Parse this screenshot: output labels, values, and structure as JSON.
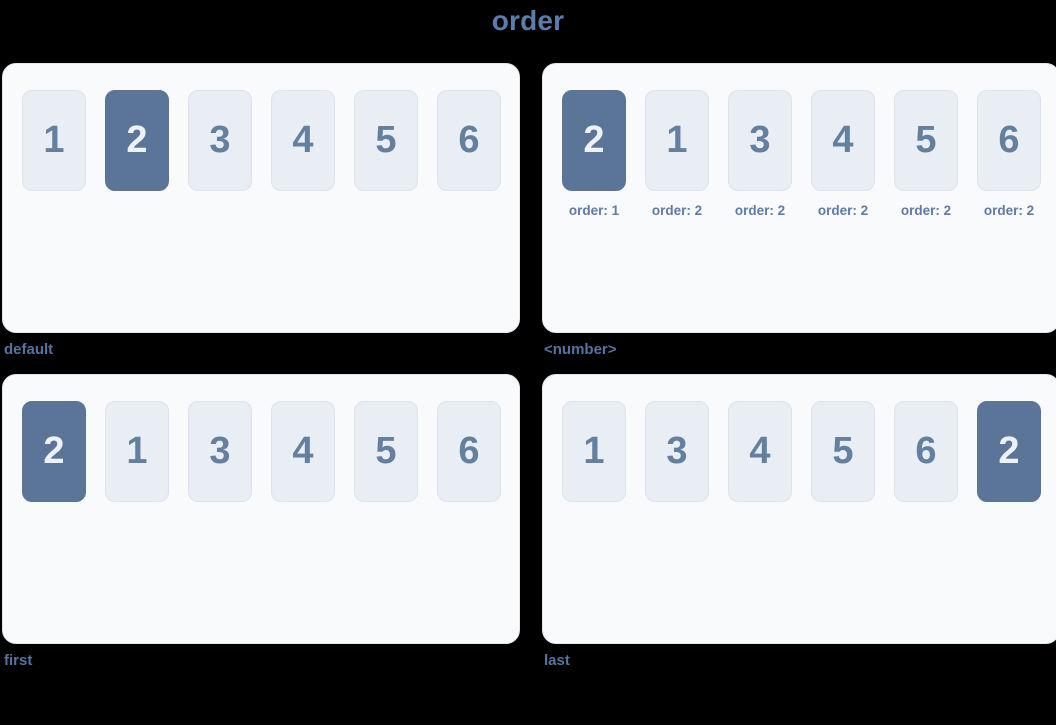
{
  "title": "order",
  "colors": {
    "page_bg": "#000000",
    "panel_bg": "#f8fafc",
    "panel_border": "#e2e7ef",
    "box_bg": "#e9edf4",
    "box_border": "#dce3ee",
    "box_text": "#64809f",
    "highlight_bg": "#5b7599",
    "highlight_text": "#eef2f8",
    "title_color": "#5b7dae",
    "label_color": "#54739f",
    "caption_color": "#5e7ba4"
  },
  "panels": [
    {
      "label": "default",
      "items": [
        {
          "n": "1",
          "highlight": false
        },
        {
          "n": "2",
          "highlight": true
        },
        {
          "n": "3",
          "highlight": false
        },
        {
          "n": "4",
          "highlight": false
        },
        {
          "n": "5",
          "highlight": false
        },
        {
          "n": "6",
          "highlight": false
        }
      ]
    },
    {
      "label": "<number>",
      "items": [
        {
          "n": "2",
          "highlight": true,
          "caption": "order: 1"
        },
        {
          "n": "1",
          "highlight": false,
          "caption": "order: 2"
        },
        {
          "n": "3",
          "highlight": false,
          "caption": "order: 2"
        },
        {
          "n": "4",
          "highlight": false,
          "caption": "order: 2"
        },
        {
          "n": "5",
          "highlight": false,
          "caption": "order: 2"
        },
        {
          "n": "6",
          "highlight": false,
          "caption": "order: 2"
        }
      ]
    },
    {
      "label": "first",
      "items": [
        {
          "n": "2",
          "highlight": true
        },
        {
          "n": "1",
          "highlight": false
        },
        {
          "n": "3",
          "highlight": false
        },
        {
          "n": "4",
          "highlight": false
        },
        {
          "n": "5",
          "highlight": false
        },
        {
          "n": "6",
          "highlight": false
        }
      ]
    },
    {
      "label": "last",
      "items": [
        {
          "n": "1",
          "highlight": false
        },
        {
          "n": "3",
          "highlight": false
        },
        {
          "n": "4",
          "highlight": false
        },
        {
          "n": "5",
          "highlight": false
        },
        {
          "n": "6",
          "highlight": false
        },
        {
          "n": "2",
          "highlight": true
        }
      ]
    }
  ]
}
